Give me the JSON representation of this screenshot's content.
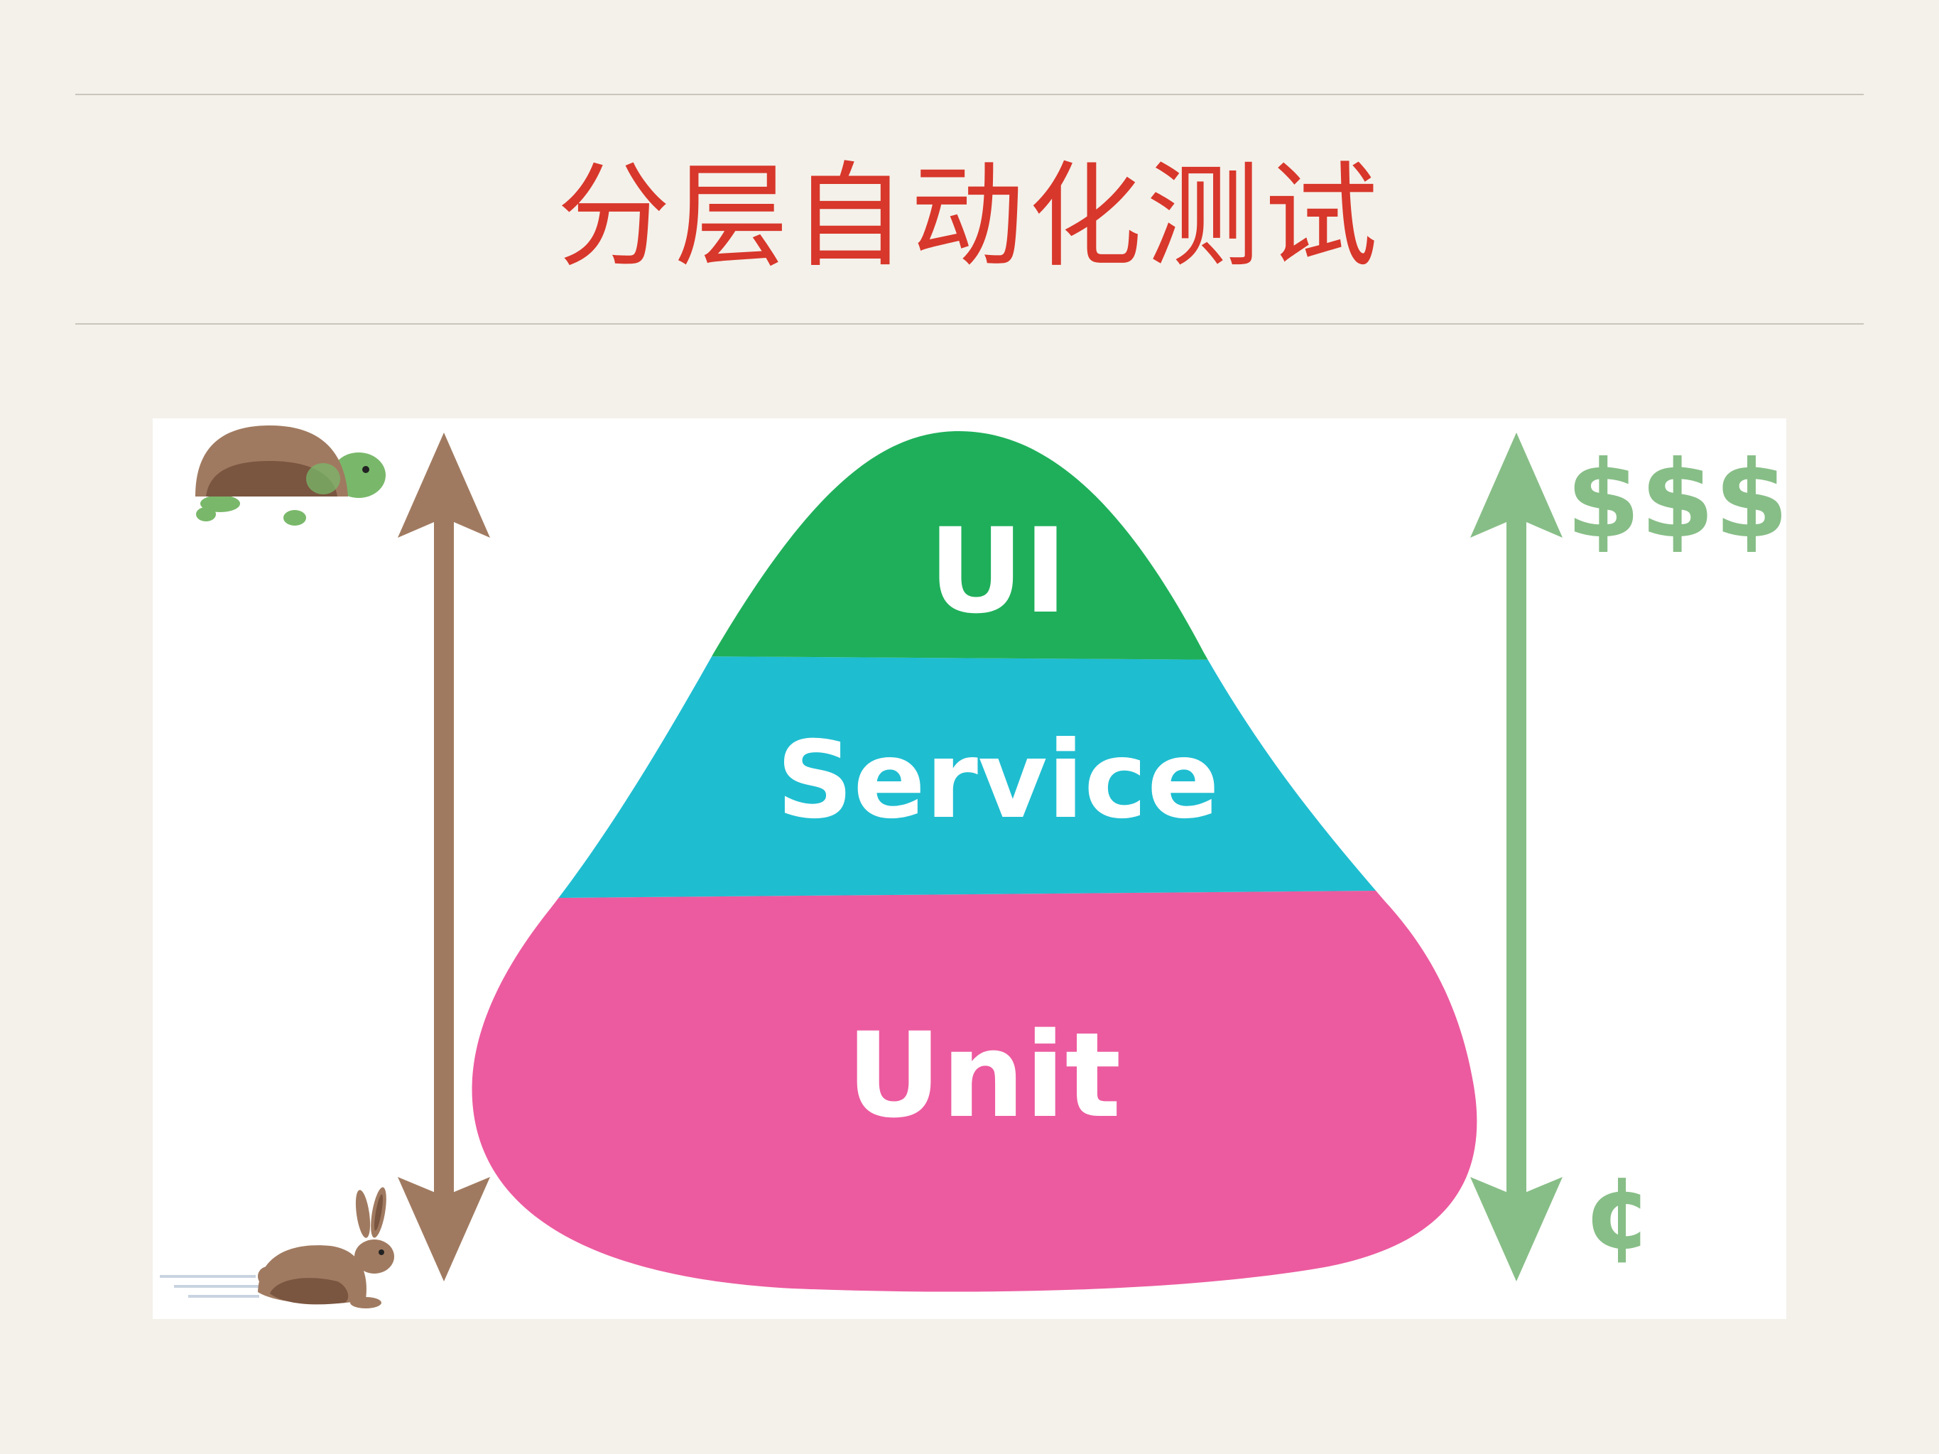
{
  "slide": {
    "title": "分层自动化测试"
  },
  "pyramid": {
    "layers": [
      {
        "label": "UI",
        "color": "#1faf5a"
      },
      {
        "label": "Service",
        "color": "#1fbdd0"
      },
      {
        "label": "Unit",
        "color": "#ec5b9f"
      }
    ]
  },
  "speed_axis": {
    "slow_icon": "turtle-icon",
    "fast_icon": "rabbit-icon",
    "arrow_color": "#a07a60"
  },
  "cost_axis": {
    "high_label": "$$$",
    "low_label": "¢",
    "arrow_color": "#87be87"
  },
  "colors": {
    "title": "#d8372b",
    "background": "#f4f1ea"
  }
}
